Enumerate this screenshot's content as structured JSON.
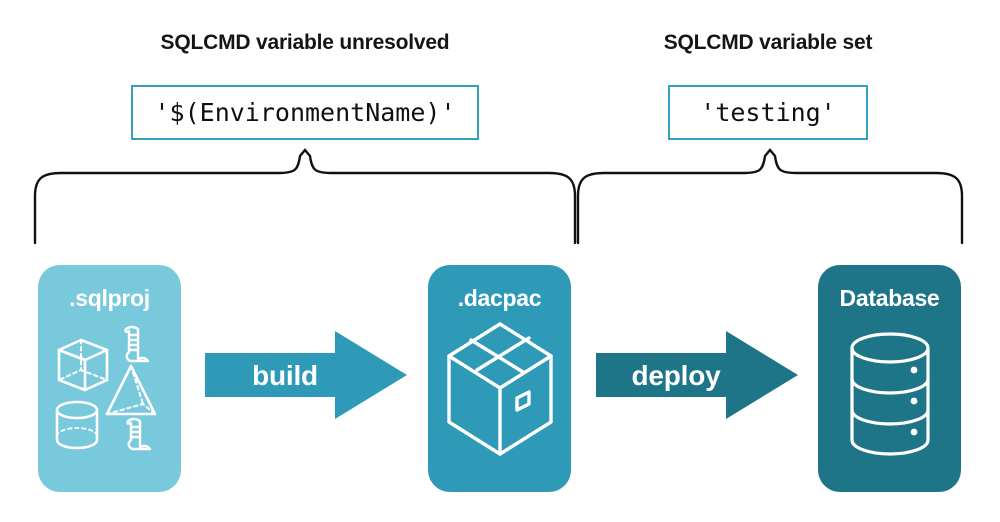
{
  "diagram": {
    "title_left": "SQLCMD variable unresolved",
    "title_right": "SQLCMD variable set",
    "code_left": "'$(EnvironmentName)'",
    "code_right": "'testing'",
    "stages": [
      {
        "label": ".sqlproj",
        "color": "#79c9dd",
        "icon": "project-objects-icon"
      },
      {
        "label": ".dacpac",
        "color": "#2e9ab8",
        "icon": "package-box-icon"
      },
      {
        "label": "Database",
        "color": "#1f7588",
        "icon": "database-cylinder-icon"
      }
    ],
    "arrows": [
      {
        "label": "build",
        "color": "#2e9ab8"
      },
      {
        "label": "deploy",
        "color": "#1f7588"
      }
    ],
    "colors": {
      "code_border": "#35a0bd",
      "brace": "#111111",
      "background": "#ffffff",
      "heading": "#151515"
    }
  }
}
